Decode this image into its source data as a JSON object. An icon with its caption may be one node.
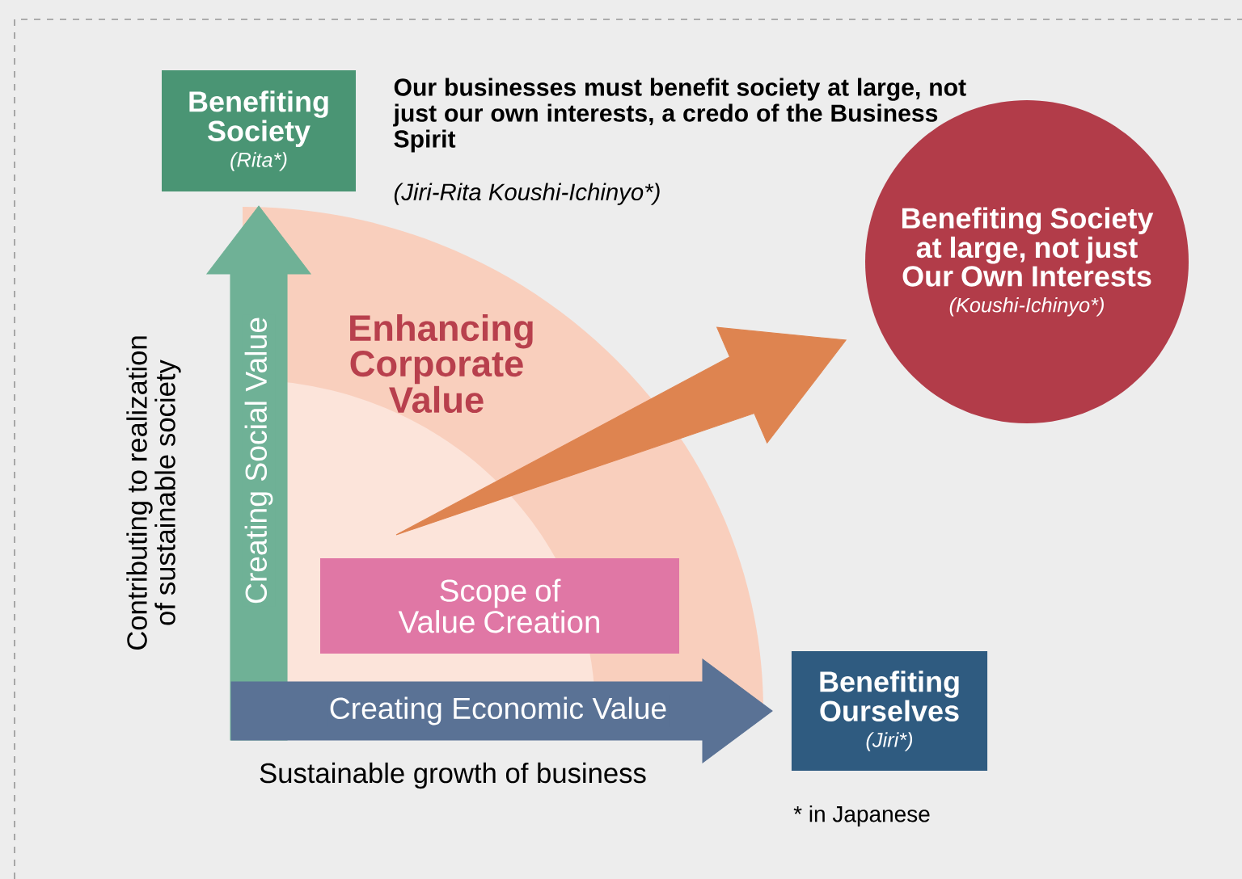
{
  "diagram": {
    "nodes": [
      {
        "text": [
          "Benefiting Society",
          "(Rita*)"
        ]
      },
      {
        "text": [
          "Benefiting Ourselves",
          "(Jiri*)"
        ]
      },
      {
        "text": [
          "Benefiting Society at large, not just Our Own Interests",
          "(Koushi-Ichinyo*)"
        ]
      },
      {
        "text": [
          "Scope of Value Creation"
        ]
      }
    ],
    "edges": [
      {
        "from": null,
        "to": 0,
        "arrow": "to",
        "label": "Creating Social Value",
        "color": "#6fb196"
      },
      {
        "from": null,
        "to": 1,
        "arrow": "to",
        "label": "Creating Economic Value",
        "color": "#5a7295"
      },
      {
        "from": null,
        "to": 2,
        "arrow": "to",
        "color": "#de8450"
      }
    ],
    "labels": [
      "Our businesses must benefit society at large, not just our own interests, a credo of the Business Spirit",
      "(Jiri-Rita Koushi-Ichinyo*)",
      "Enhancing Corporate Value",
      "Contributing to realization of sustainable society",
      "Sustainable growth of business",
      "* in Japanese"
    ]
  }
}
